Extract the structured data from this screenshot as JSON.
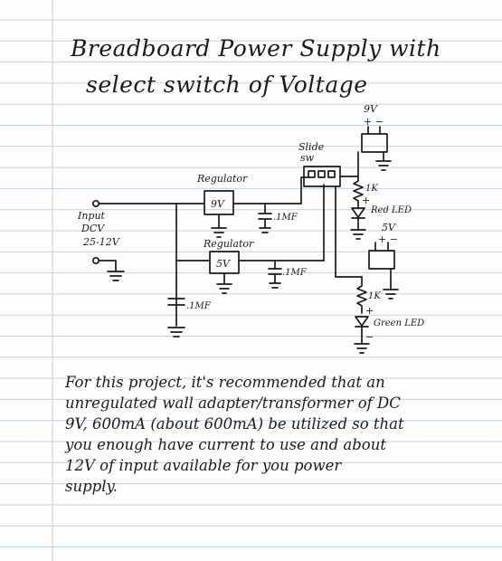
{
  "title": {
    "line1": "Breadboard Power Supply with",
    "line2": "select switch of Voltage"
  },
  "labels": {
    "v9_top": "9V",
    "v9_polarity": "+ −",
    "slide_sw": "Slide",
    "slide_sw2": "sw",
    "regulator_top": "Regulator",
    "reg_9v": "9V",
    "cap_1": ".1MF",
    "regulator_bottom": "Regulator",
    "reg_5v": "5V",
    "cap_2": ".1MF",
    "cap_3": ".1MF",
    "input_1": "Input",
    "input_2": "DCV",
    "input_3": "25-12V",
    "res_1": "1K",
    "red_led": "Red LED",
    "v5_top": "5V",
    "v5_polarity": "+ −",
    "res_2": "1K",
    "green_led": "Green LED",
    "plus_1": "+",
    "plus_2": "+",
    "minus_1": "−"
  },
  "notes": {
    "line1": "For this project, it's recommended that an",
    "line2": "unregulated wall adapter/transformer of DC",
    "line3": "9V, 600mA (about 600mA) be utilized so that",
    "line4": "you enough have current to use and about",
    "line5": "12V of input available for you power",
    "line6": "supply."
  },
  "colors": {
    "paper": "#fdfdfd",
    "rule_line": "#8fb3d6",
    "margin_line": "#d9a0a0",
    "ink": "#1b1b1b"
  }
}
